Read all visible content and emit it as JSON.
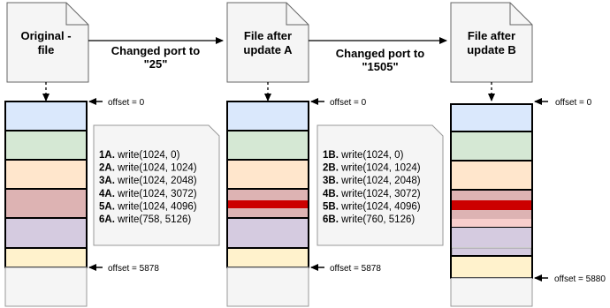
{
  "documents": {
    "original": [
      "Original -",
      "file"
    ],
    "update_a": [
      "File after",
      "update A"
    ],
    "update_b": [
      "File after",
      "update B"
    ]
  },
  "transitions": {
    "a": [
      "Changed port to",
      "\"25\""
    ],
    "b": [
      "Changed port to",
      "\"1505\""
    ]
  },
  "offsets": {
    "orig_top": "offset = 0",
    "orig_bottom": "offset = 5878",
    "a_top": "offset = 0",
    "a_bottom": "offset = 5878",
    "b_top": "offset = 0",
    "b_bottom": "offset = 5880"
  },
  "writes_a": [
    {
      "id": "1A.",
      "call": " write(1024, 0)"
    },
    {
      "id": "2A.",
      "call": " write(1024, 1024)"
    },
    {
      "id": "3A.",
      "call": " write(1024, 2048)"
    },
    {
      "id": "4A.",
      "call": " write(1024, 3072)"
    },
    {
      "id": "5A.",
      "call": " write(1024, 4096)"
    },
    {
      "id": "6A.",
      "call": " write(758, 5126)"
    }
  ],
  "writes_b": [
    {
      "id": "1B.",
      "call": " write(1024, 0)"
    },
    {
      "id": "2B.",
      "call": " write(1024, 1024)"
    },
    {
      "id": "3B.",
      "call": " write(1024, 2048)"
    },
    {
      "id": "4B.",
      "call": " write(1024, 3072)"
    },
    {
      "id": "5B.",
      "call": " write(1024, 4096)"
    },
    {
      "id": "6B.",
      "call": " write(760, 5126)"
    }
  ],
  "colors": {
    "blue": "#dae8fc",
    "green": "#d5e8d4",
    "orange": "#ffe6cc",
    "rose": "#ddb3b3",
    "lavender": "#d5cbe0",
    "yellow": "#fff2cc",
    "red": "#cc0000",
    "pink": "#f8cecc",
    "gray": "#f5f5f5",
    "note": "#f5f5f5"
  }
}
